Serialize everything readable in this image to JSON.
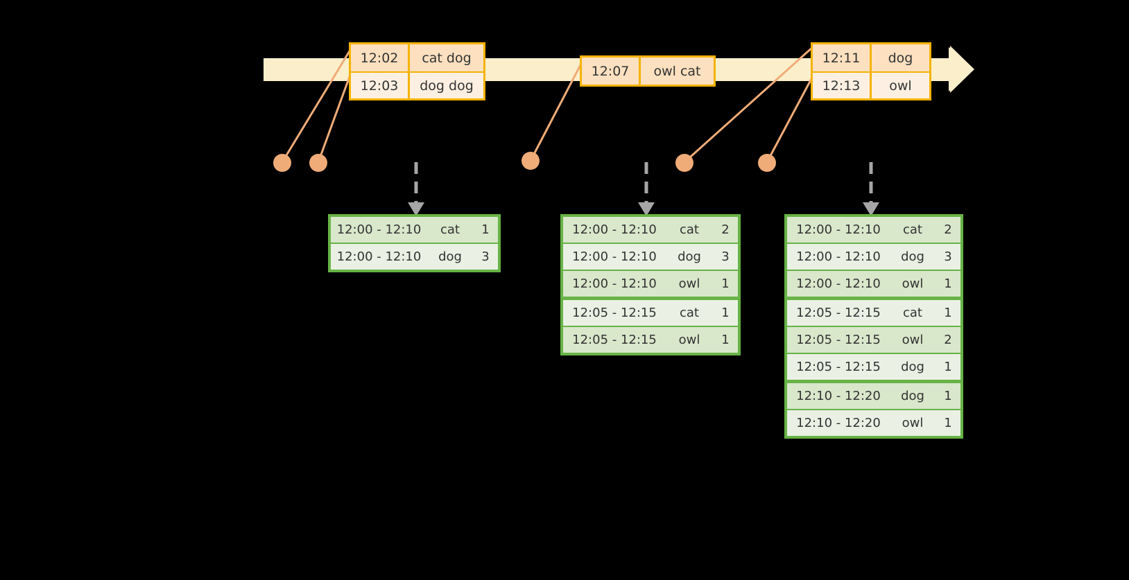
{
  "timeline": {
    "name": "event-stream-timeline",
    "color_band": "#FBEFCB",
    "arrow_color": "#FBEFCB",
    "accent": "#F5B301"
  },
  "events": [
    {
      "name": "event-group-1",
      "rows": [
        {
          "time": "12:02",
          "words": "cat dog"
        },
        {
          "time": "12:03",
          "words": "dog dog"
        }
      ]
    },
    {
      "name": "event-group-2",
      "rows": [
        {
          "time": "12:07",
          "words": "owl cat"
        }
      ]
    },
    {
      "name": "event-group-3",
      "rows": [
        {
          "time": "12:11",
          "words": "dog"
        },
        {
          "time": "12:13",
          "words": "owl"
        }
      ]
    }
  ],
  "tables": [
    {
      "name": "result-table-1",
      "rows": [
        {
          "window": "12:00 - 12:10",
          "key": "cat",
          "count": "1"
        },
        {
          "window": "12:00 - 12:10",
          "key": "dog",
          "count": "3"
        }
      ]
    },
    {
      "name": "result-table-2",
      "rows": [
        {
          "window": "12:00 - 12:10",
          "key": "cat",
          "count": "2"
        },
        {
          "window": "12:00 - 12:10",
          "key": "dog",
          "count": "3"
        },
        {
          "window": "12:00 - 12:10",
          "key": "owl",
          "count": "1"
        },
        {
          "window": "12:05 - 12:15",
          "key": "cat",
          "count": "1"
        },
        {
          "window": "12:05 - 12:15",
          "key": "owl",
          "count": "1"
        }
      ]
    },
    {
      "name": "result-table-3",
      "rows": [
        {
          "window": "12:00 - 12:10",
          "key": "cat",
          "count": "2"
        },
        {
          "window": "12:00 - 12:10",
          "key": "dog",
          "count": "3"
        },
        {
          "window": "12:00 - 12:10",
          "key": "owl",
          "count": "1"
        },
        {
          "window": "12:05 - 12:15",
          "key": "cat",
          "count": "1"
        },
        {
          "window": "12:05 - 12:15",
          "key": "owl",
          "count": "2"
        },
        {
          "window": "12:05 - 12:15",
          "key": "dog",
          "count": "1"
        },
        {
          "window": "12:10 - 12:20",
          "key": "dog",
          "count": "1"
        },
        {
          "window": "12:10 - 12:20",
          "key": "owl",
          "count": "1"
        }
      ]
    }
  ],
  "markers": {
    "name": "event-markers",
    "color": "#F0AC78",
    "count": 5
  },
  "flow_arrows": {
    "name": "emit-arrows",
    "color": "#A6A6A6",
    "style": "dashed"
  }
}
